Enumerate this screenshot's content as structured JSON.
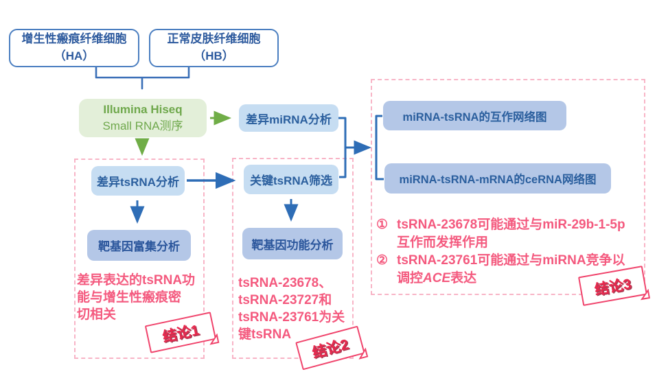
{
  "colors": {
    "outline_blue": "#4a7ec0",
    "text_blue": "#2d5a9e",
    "green_fill": "#e3efd9",
    "green_text": "#6fa84c",
    "arrow_green": "#70ad47",
    "arrow_blue": "#2e6db6",
    "light_blue_fill": "#c6ddf2",
    "mid_blue_fill": "#b4c7e7",
    "dashed_pink": "#f8b4c6",
    "note_red": "#f4597e",
    "stamp_red": "#e8284d"
  },
  "top_boxes": {
    "ha": "增生性瘢痕纤维细胞\n（HA）",
    "hb": "正常皮肤纤维细胞\n（HB）"
  },
  "sequencing_box": {
    "line1": "Illumina Hiseq",
    "line2": "Small RNA测序"
  },
  "flow_boxes": {
    "diff_mirna": "差异miRNA分析",
    "diff_tsrna": "差异tsRNA分析",
    "target_gene_enrichment": "靶基因富集分析",
    "key_tsrna_screening": "关键tsRNA筛选",
    "target_gene_function": "靶基因功能分析",
    "mirna_tsrna_network": "miRNA-tsRNA的互作网络图",
    "cerna_network": "miRNA-tsRNA-mRNA的ceRNA网络图"
  },
  "conclusion1": {
    "text": "差异表达的tsRNA功\n能与增生性瘢痕密\n切相关",
    "stamp": "结论1"
  },
  "conclusion2": {
    "text": "tsRNA-23678、\ntsRNA-23727和\ntsRNA-23761为关\n键tsRNA",
    "stamp": "结论2"
  },
  "conclusion3": {
    "items": [
      {
        "marker": "①",
        "text": "tsRNA-23678可能通过与miR-29b-1-5p\n互作而发挥作用"
      },
      {
        "marker": "②",
        "prefix": "tsRNA-23761可能通过与miRNA竞争以\n调控",
        "italic": "ACE",
        "suffix": "表达"
      }
    ],
    "stamp": "结论3"
  }
}
